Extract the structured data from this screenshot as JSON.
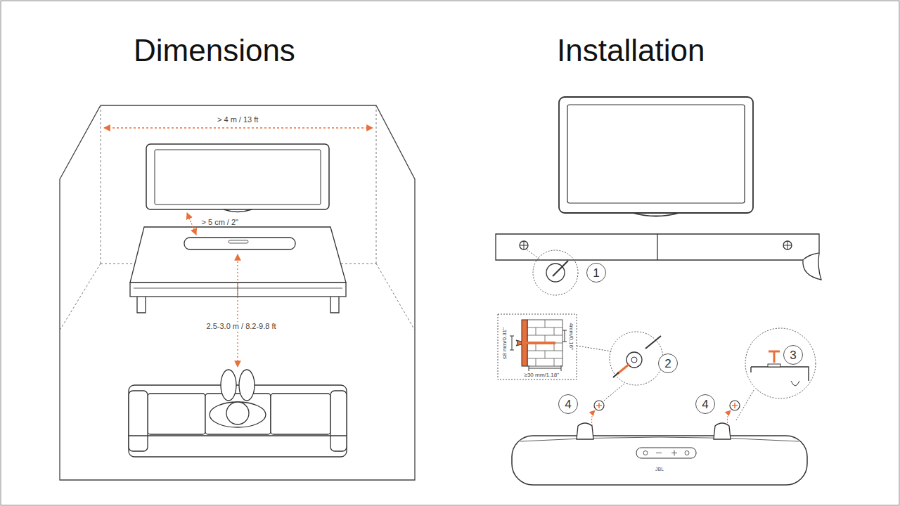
{
  "diagram": {
    "nodes": [
      {
        "text": [
          "1"
        ]
      },
      {
        "text": [
          "2"
        ]
      },
      {
        "text": [
          "3"
        ]
      },
      {
        "text": [
          "4"
        ]
      },
      {
        "text": [
          "4"
        ]
      }
    ],
    "labels": [
      "Dimensions",
      "Installation",
      "> 4 m / 13 ft",
      "> 5 cm / 2\"",
      "2.5-3.0 m / 8.2-9.8 ft",
      "≤8 mm/0.31\"",
      "4mm/0.16\"",
      "≥30 mm/1.18\"",
      "JBL"
    ]
  }
}
